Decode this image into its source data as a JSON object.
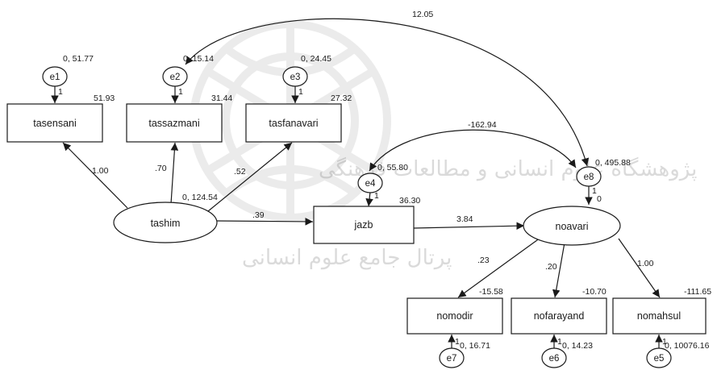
{
  "watermark": {
    "line1": "پژوهشگاه علوم انسانی و مطالعات فرهنگی",
    "line2": "پرتال جامع علوم انسانی"
  },
  "nodes": {
    "tasensani": "tasensani",
    "tassazmani": "tassazmani",
    "tasfanavari": "tasfanavari",
    "tashim": "tashim",
    "jazb": "jazb",
    "noavari": "noavari",
    "nomodir": "nomodir",
    "nofarayand": "nofarayand",
    "nomahsul": "nomahsul"
  },
  "errors": {
    "e1": "e1",
    "e2": "e2",
    "e3": "e3",
    "e4": "e4",
    "e5": "e5",
    "e6": "e6",
    "e7": "e7",
    "e8": "e8"
  },
  "variances": {
    "e1": "0, 51.77",
    "e2": "0, 15.14",
    "e3": "0, 24.45",
    "e4": "0, 55.80",
    "e8": "0, 495.88",
    "tashim": "0, 124.54",
    "e7": "0, 16.71",
    "e6": "0, 14.23",
    "e5": "0, 10076.16"
  },
  "intercepts": {
    "tasensani": "51.93",
    "tassazmani": "31.44",
    "tasfanavari": "27.32",
    "jazb": "36.30",
    "noavari": "0",
    "nomodir": "-15.58",
    "nofarayand": "-10.70",
    "nomahsul": "-111.65"
  },
  "error_loadings": {
    "e1": "1",
    "e2": "1",
    "e3": "1",
    "e4": "1",
    "e8": "1",
    "e7": "1",
    "e6": "1",
    "e5": "1"
  },
  "paths": {
    "tashim_tasensani": "1.00",
    "tashim_tassazmani": ".70",
    "tashim_tasfanavari": ".52",
    "tashim_jazb": ".39",
    "jazb_noavari": "3.84",
    "noavari_nomodir": ".23",
    "noavari_nofarayand": ".20",
    "noavari_nomahsul": "1.00"
  },
  "covariances": {
    "e2_e8": "12.05",
    "e4_e8": "-162.94"
  }
}
